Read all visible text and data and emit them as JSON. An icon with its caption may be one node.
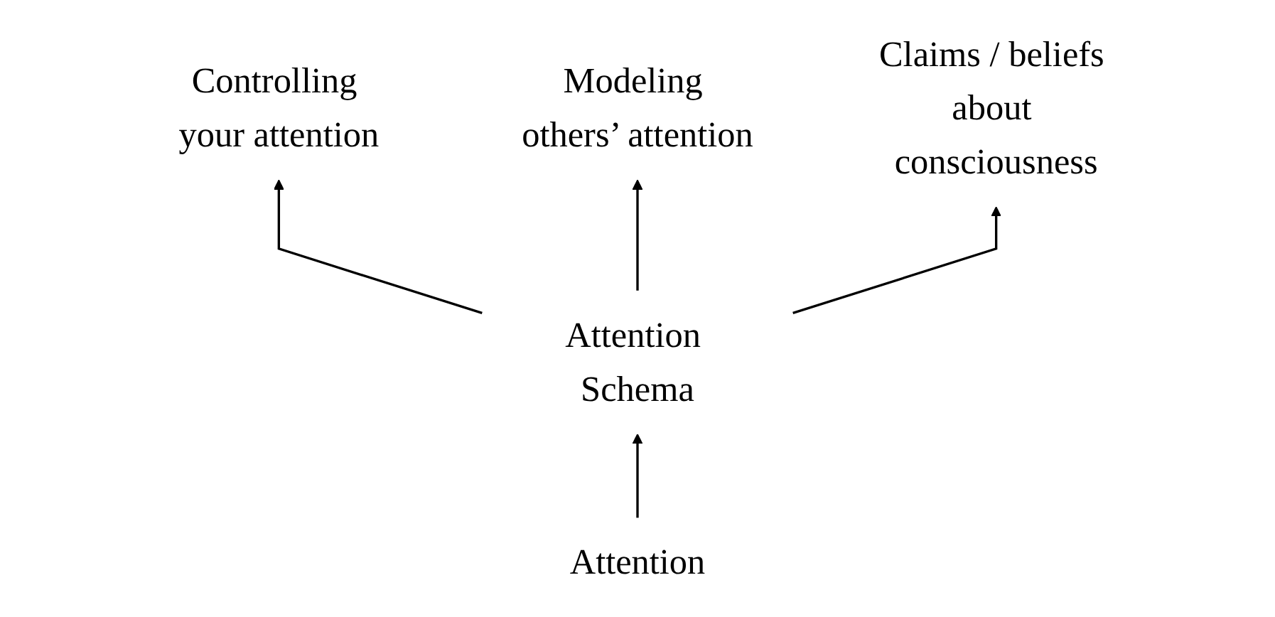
{
  "diagram": {
    "nodes": [
      {
        "text": [
          "Controlling your attention"
        ]
      },
      {
        "text": [
          "Modeling others’ attention"
        ]
      },
      {
        "text": [
          "Claims / beliefs about consciousness"
        ]
      },
      {
        "text": [
          "Attention Schema"
        ]
      },
      {
        "text": [
          "Attention"
        ]
      }
    ],
    "edges": [
      {
        "from": 3,
        "to": 0,
        "arrow": "to"
      },
      {
        "from": 3,
        "to": 1,
        "arrow": "to"
      },
      {
        "from": 3,
        "to": 2,
        "arrow": "to"
      },
      {
        "from": 4,
        "to": 3,
        "arrow": "to"
      }
    ]
  }
}
